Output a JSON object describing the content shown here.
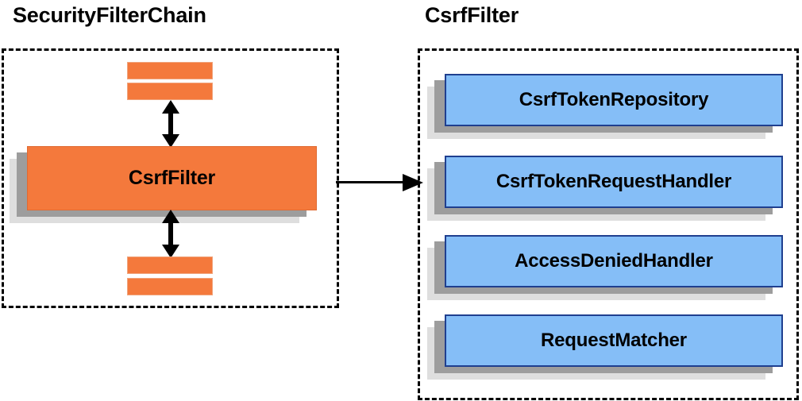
{
  "diagram": {
    "title_left": "SecurityFilterChain",
    "title_right": "CsrfFilter",
    "colors": {
      "orange_fill": "#F4793C",
      "orange_border": "#E06A32",
      "blue_fill": "#85BEF7",
      "blue_border": "#1F3F8F",
      "shadow_mid": "#9D9D9D",
      "shadow_back": "#DEDEDE",
      "line": "#000000",
      "background": "#FFFFFF"
    }
  },
  "left_panel": {
    "title": "SecurityFilterChain",
    "main_block": {
      "label": "CsrfFilter"
    },
    "filters_above": [
      {
        "label": ""
      },
      {
        "label": ""
      }
    ],
    "filters_below": [
      {
        "label": ""
      },
      {
        "label": ""
      }
    ],
    "arrows": {
      "up": "double-headed-vertical-arrow",
      "down": "double-headed-vertical-arrow"
    }
  },
  "connector": {
    "kind": "arrow-right",
    "from": "SecurityFilterChain",
    "to": "CsrfFilter"
  },
  "right_panel": {
    "title": "CsrfFilter",
    "collaborators": [
      {
        "label": "CsrfTokenRepository"
      },
      {
        "label": "CsrfTokenRequestHandler"
      },
      {
        "label": "AccessDeniedHandler"
      },
      {
        "label": "RequestMatcher"
      }
    ]
  }
}
